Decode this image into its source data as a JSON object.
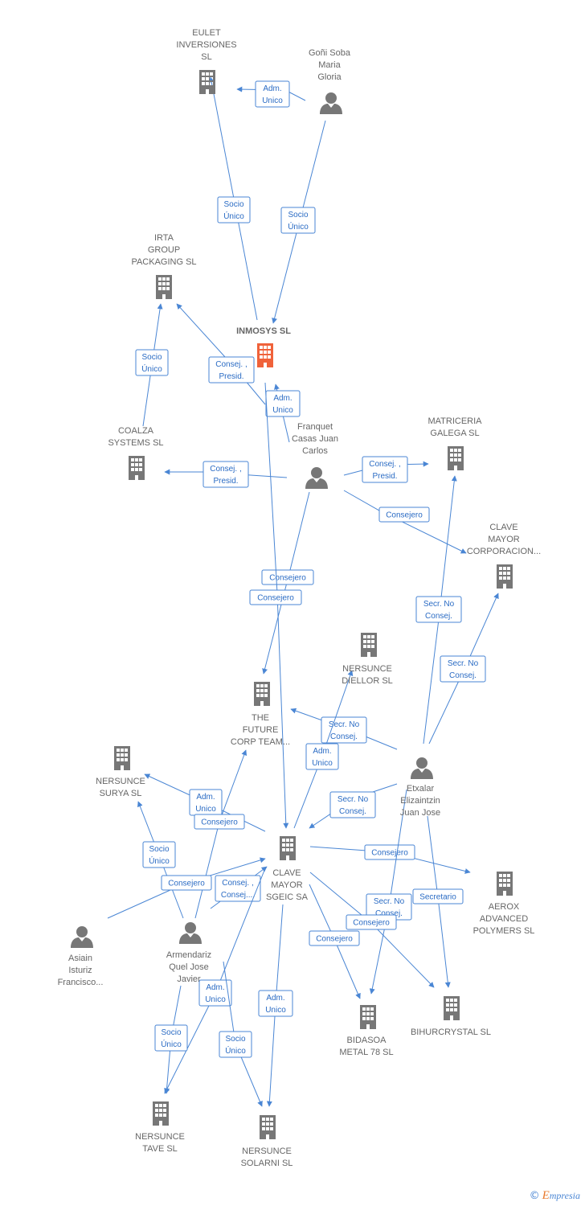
{
  "diagram": {
    "colors": {
      "company": "#777777",
      "focus_company": "#f0623a",
      "person": "#777777",
      "edge": "#4a86d4",
      "edge_text": "#2a6bc4",
      "label": "#666666"
    },
    "nodes": [
      {
        "id": "eulet",
        "type": "company",
        "lines": [
          "EULET",
          "INVERSIONES",
          "SL"
        ]
      },
      {
        "id": "goni",
        "type": "person",
        "lines": [
          "Goñi Soba",
          "Maria",
          "Gloria"
        ]
      },
      {
        "id": "irta",
        "type": "company",
        "lines": [
          "IRTA",
          "GROUP",
          "PACKAGING SL"
        ]
      },
      {
        "id": "inmosys",
        "type": "focus",
        "lines": [
          "INMOSYS SL"
        ]
      },
      {
        "id": "coalza",
        "type": "company",
        "lines": [
          "COALZA",
          "SYSTEMS SL"
        ]
      },
      {
        "id": "franquet",
        "type": "person",
        "lines": [
          "Franquet",
          "Casas Juan",
          "Carlos"
        ]
      },
      {
        "id": "matriceria",
        "type": "company",
        "lines": [
          "MATRICERIA",
          "GALEGA SL"
        ]
      },
      {
        "id": "clavecorp",
        "type": "company",
        "lines": [
          "CLAVE",
          "MAYOR",
          "CORPORACION..."
        ]
      },
      {
        "id": "diellor",
        "type": "company",
        "lines": [
          "NERSUNCE",
          "DIELLOR SL"
        ]
      },
      {
        "id": "future",
        "type": "company",
        "lines": [
          "THE",
          "FUTURE",
          "CORP TEAM..."
        ]
      },
      {
        "id": "surya",
        "type": "company",
        "lines": [
          "NERSUNCE",
          "SURYA SL"
        ]
      },
      {
        "id": "etxalar",
        "type": "person",
        "lines": [
          "Etxalar",
          "Elizaintzin",
          "Juan Jose"
        ]
      },
      {
        "id": "sgeic",
        "type": "company",
        "lines": [
          "CLAVE",
          "MAYOR",
          "SGEIC SA"
        ]
      },
      {
        "id": "aerox",
        "type": "company",
        "lines": [
          "AEROX",
          "ADVANCED",
          "POLYMERS SL"
        ]
      },
      {
        "id": "asiain",
        "type": "person",
        "lines": [
          "Asiain",
          "Isturiz",
          "Francisco..."
        ]
      },
      {
        "id": "armendariz",
        "type": "person",
        "lines": [
          "Armendariz",
          "Quel Jose",
          "Javier"
        ]
      },
      {
        "id": "bidasoa",
        "type": "company",
        "lines": [
          "BIDASOA",
          "METAL 78 SL"
        ]
      },
      {
        "id": "bihurcrystal",
        "type": "company",
        "lines": [
          "BIHURCRYSTAL SL"
        ]
      },
      {
        "id": "tave",
        "type": "company",
        "lines": [
          "NERSUNCE",
          "TAVE SL"
        ]
      },
      {
        "id": "solarni",
        "type": "company",
        "lines": [
          "NERSUNCE",
          "SOLARNI SL"
        ]
      }
    ],
    "edges": [
      {
        "id": "e1",
        "lines": [
          "Adm.",
          "Unico"
        ]
      },
      {
        "id": "e2",
        "lines": [
          "Socio",
          "Único"
        ]
      },
      {
        "id": "e3",
        "lines": [
          "Socio",
          "Único"
        ]
      },
      {
        "id": "e4",
        "lines": [
          "Consej. ,",
          "Presid."
        ]
      },
      {
        "id": "e5",
        "lines": [
          "Socio",
          "Único"
        ]
      },
      {
        "id": "e6",
        "lines": [
          "Adm.",
          "Unico"
        ]
      },
      {
        "id": "e7",
        "lines": [
          "Consej. ,",
          "Presid."
        ]
      },
      {
        "id": "e8",
        "lines": [
          "Consej. ,",
          "Presid."
        ]
      },
      {
        "id": "e9",
        "lines": [
          "Consejero"
        ]
      },
      {
        "id": "e10",
        "lines": [
          "Consejero"
        ]
      },
      {
        "id": "e11",
        "lines": [
          "Consejero"
        ]
      },
      {
        "id": "e12",
        "lines": [
          "Secr. No",
          "Consej."
        ]
      },
      {
        "id": "e13",
        "lines": [
          "Secr. No",
          "Consej."
        ]
      },
      {
        "id": "e14",
        "lines": [
          "Secr. No",
          "Consej."
        ]
      },
      {
        "id": "e15",
        "lines": [
          "Adm.",
          "Unico"
        ]
      },
      {
        "id": "e16",
        "lines": [
          "Secr. No",
          "Consej."
        ]
      },
      {
        "id": "e17",
        "lines": [
          "Adm.",
          "Unico"
        ]
      },
      {
        "id": "e18",
        "lines": [
          "Consejero"
        ]
      },
      {
        "id": "e19",
        "lines": [
          "Socio",
          "Único"
        ]
      },
      {
        "id": "e20",
        "lines": [
          "Consejero"
        ]
      },
      {
        "id": "e21",
        "lines": [
          "Consej. ,",
          "Consej...."
        ]
      },
      {
        "id": "e22",
        "lines": [
          "Consejero"
        ]
      },
      {
        "id": "e23",
        "lines": [
          "Secr. No",
          "Consej."
        ]
      },
      {
        "id": "e24",
        "lines": [
          "Secretario"
        ]
      },
      {
        "id": "e25",
        "lines": [
          "Consejero"
        ]
      },
      {
        "id": "e26",
        "lines": [
          "Consejero"
        ]
      },
      {
        "id": "e27",
        "lines": [
          "Adm.",
          "Unico"
        ]
      },
      {
        "id": "e28",
        "lines": [
          "Socio",
          "Único"
        ]
      },
      {
        "id": "e29",
        "lines": [
          "Socio",
          "Único"
        ]
      },
      {
        "id": "e30",
        "lines": [
          "Adm.",
          "Unico"
        ]
      }
    ]
  },
  "brand": {
    "copyright": "©",
    "initial": "E",
    "rest": "mpresia"
  }
}
